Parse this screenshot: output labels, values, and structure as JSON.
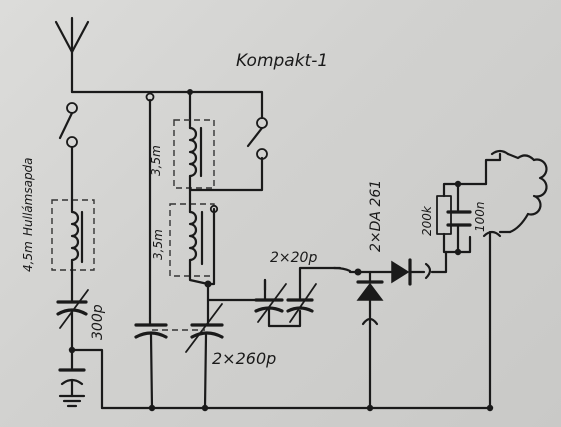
{
  "title": "Kompakt-1",
  "labels": {
    "coil_band": "4,5m",
    "coil_name": "Hullámsapda",
    "cap_main": "300p",
    "coil_upper": "3,5m",
    "coil_lower": "3,5m",
    "cap_tuning": "2×260p",
    "cap_coupling": "2×20p",
    "diodes": "2×DA 261",
    "resistor": "200k",
    "cap_output": "100n"
  }
}
